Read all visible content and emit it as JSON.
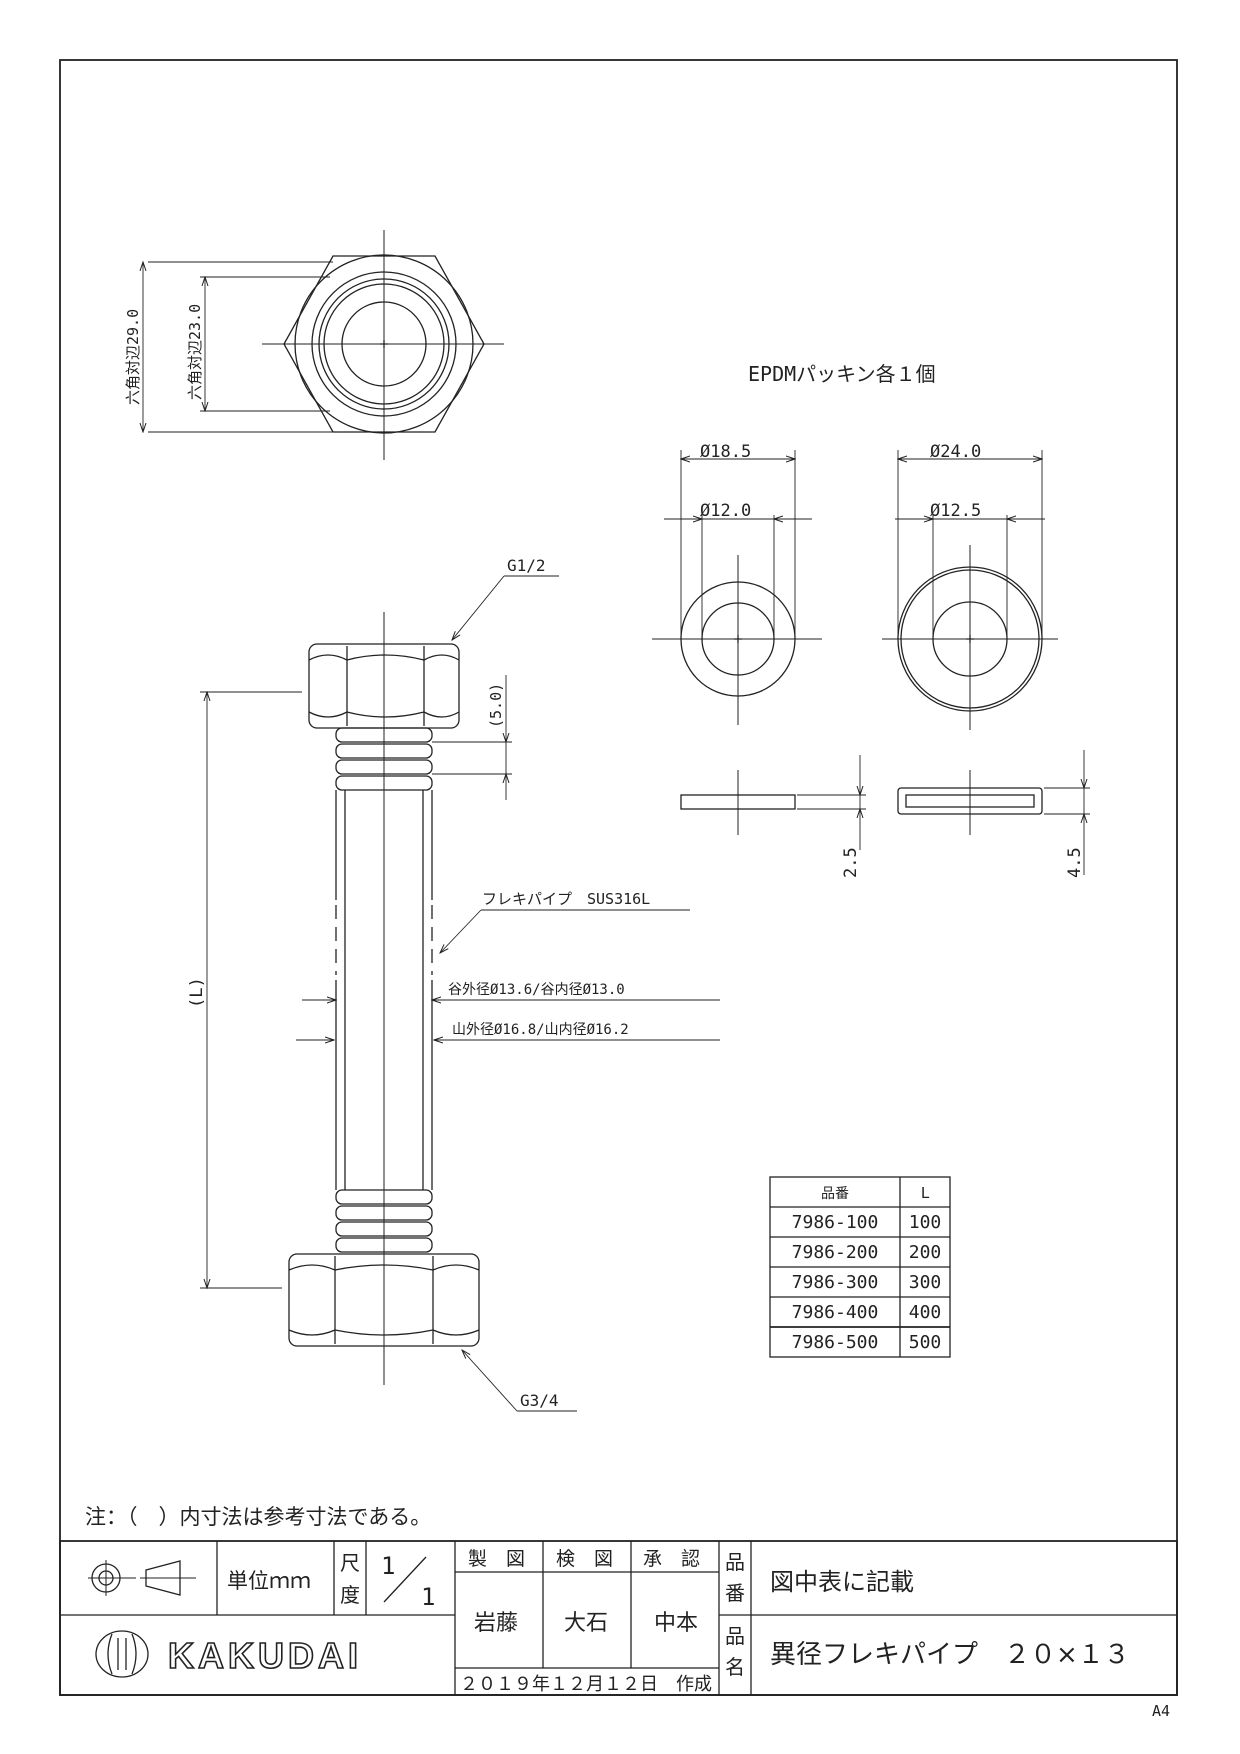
{
  "paper_size": "A4",
  "note": "注：（　）内寸法は参考寸法である。",
  "packing_title": "EPDMパッキン各１個",
  "labels": {
    "thread_top": "G1/2",
    "thread_bottom": "G3/4",
    "pipe_material": "フレキパイプ　SUS316L",
    "valley_dia": "谷外径Ø13.6/谷内径Ø13.0",
    "peak_dia": "山外径Ø16.8/山内径Ø16.2",
    "length": "(L)",
    "neck_length": "(5.0)",
    "hex_outer": "六角対辺29.0",
    "hex_inner": "六角対辺23.0"
  },
  "packing_small": {
    "outer": "Ø18.5",
    "inner": "Ø12.0",
    "thickness": "2.5"
  },
  "packing_large": {
    "outer": "Ø24.0",
    "inner": "Ø12.5",
    "thickness": "4.5"
  },
  "parts_table": {
    "headers": [
      "品番",
      "L"
    ],
    "rows": [
      [
        "7986-100",
        "100"
      ],
      [
        "7986-200",
        "200"
      ],
      [
        "7986-300",
        "300"
      ],
      [
        "7986-400",
        "400"
      ],
      [
        "7986-500",
        "500"
      ]
    ]
  },
  "title_block": {
    "unit_label": "単位ｍｍ",
    "scale_label_1": "尺",
    "scale_label_2": "度",
    "scale_num": "1",
    "scale_den": "1",
    "drawn_label": "製　図",
    "checked_label": "検　図",
    "approved_label": "承　認",
    "drawn_by": "岩藤",
    "checked_by": "大石",
    "approved_by": "中本",
    "part_no_label_1": "品",
    "part_no_label_2": "番",
    "part_no_value": "図中表に記載",
    "name_label_1": "品",
    "name_label_2": "名",
    "name_value": "異径フレキパイプ　２０×１３",
    "date": "２０１９年１２月１２日　作成",
    "company": "KAKUDAI"
  }
}
